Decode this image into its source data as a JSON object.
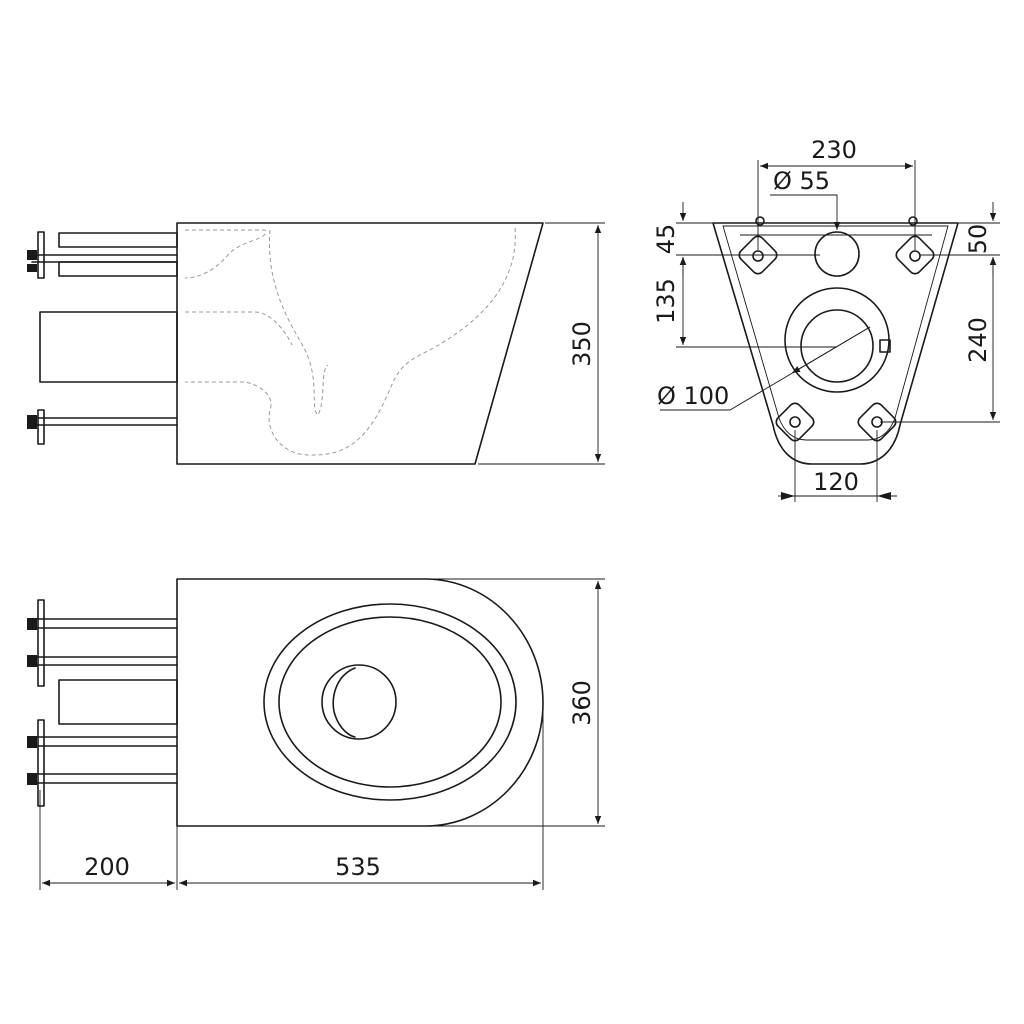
{
  "dimensions": {
    "side_height": "350",
    "top_width": "230",
    "outlet_diameter": "Ø 55",
    "top_offset_left": "45",
    "top_offset_right": "50",
    "mount_vertical_left": "135",
    "mount_vertical_right": "240",
    "waste_diameter": "Ø 100",
    "bottom_spacing": "120",
    "plan_width": "360",
    "bolt_length": "200",
    "body_length": "535"
  },
  "colors": {
    "line": "#1a1a1a",
    "hidden_line": "#9a9a9a",
    "background": "#ffffff"
  }
}
